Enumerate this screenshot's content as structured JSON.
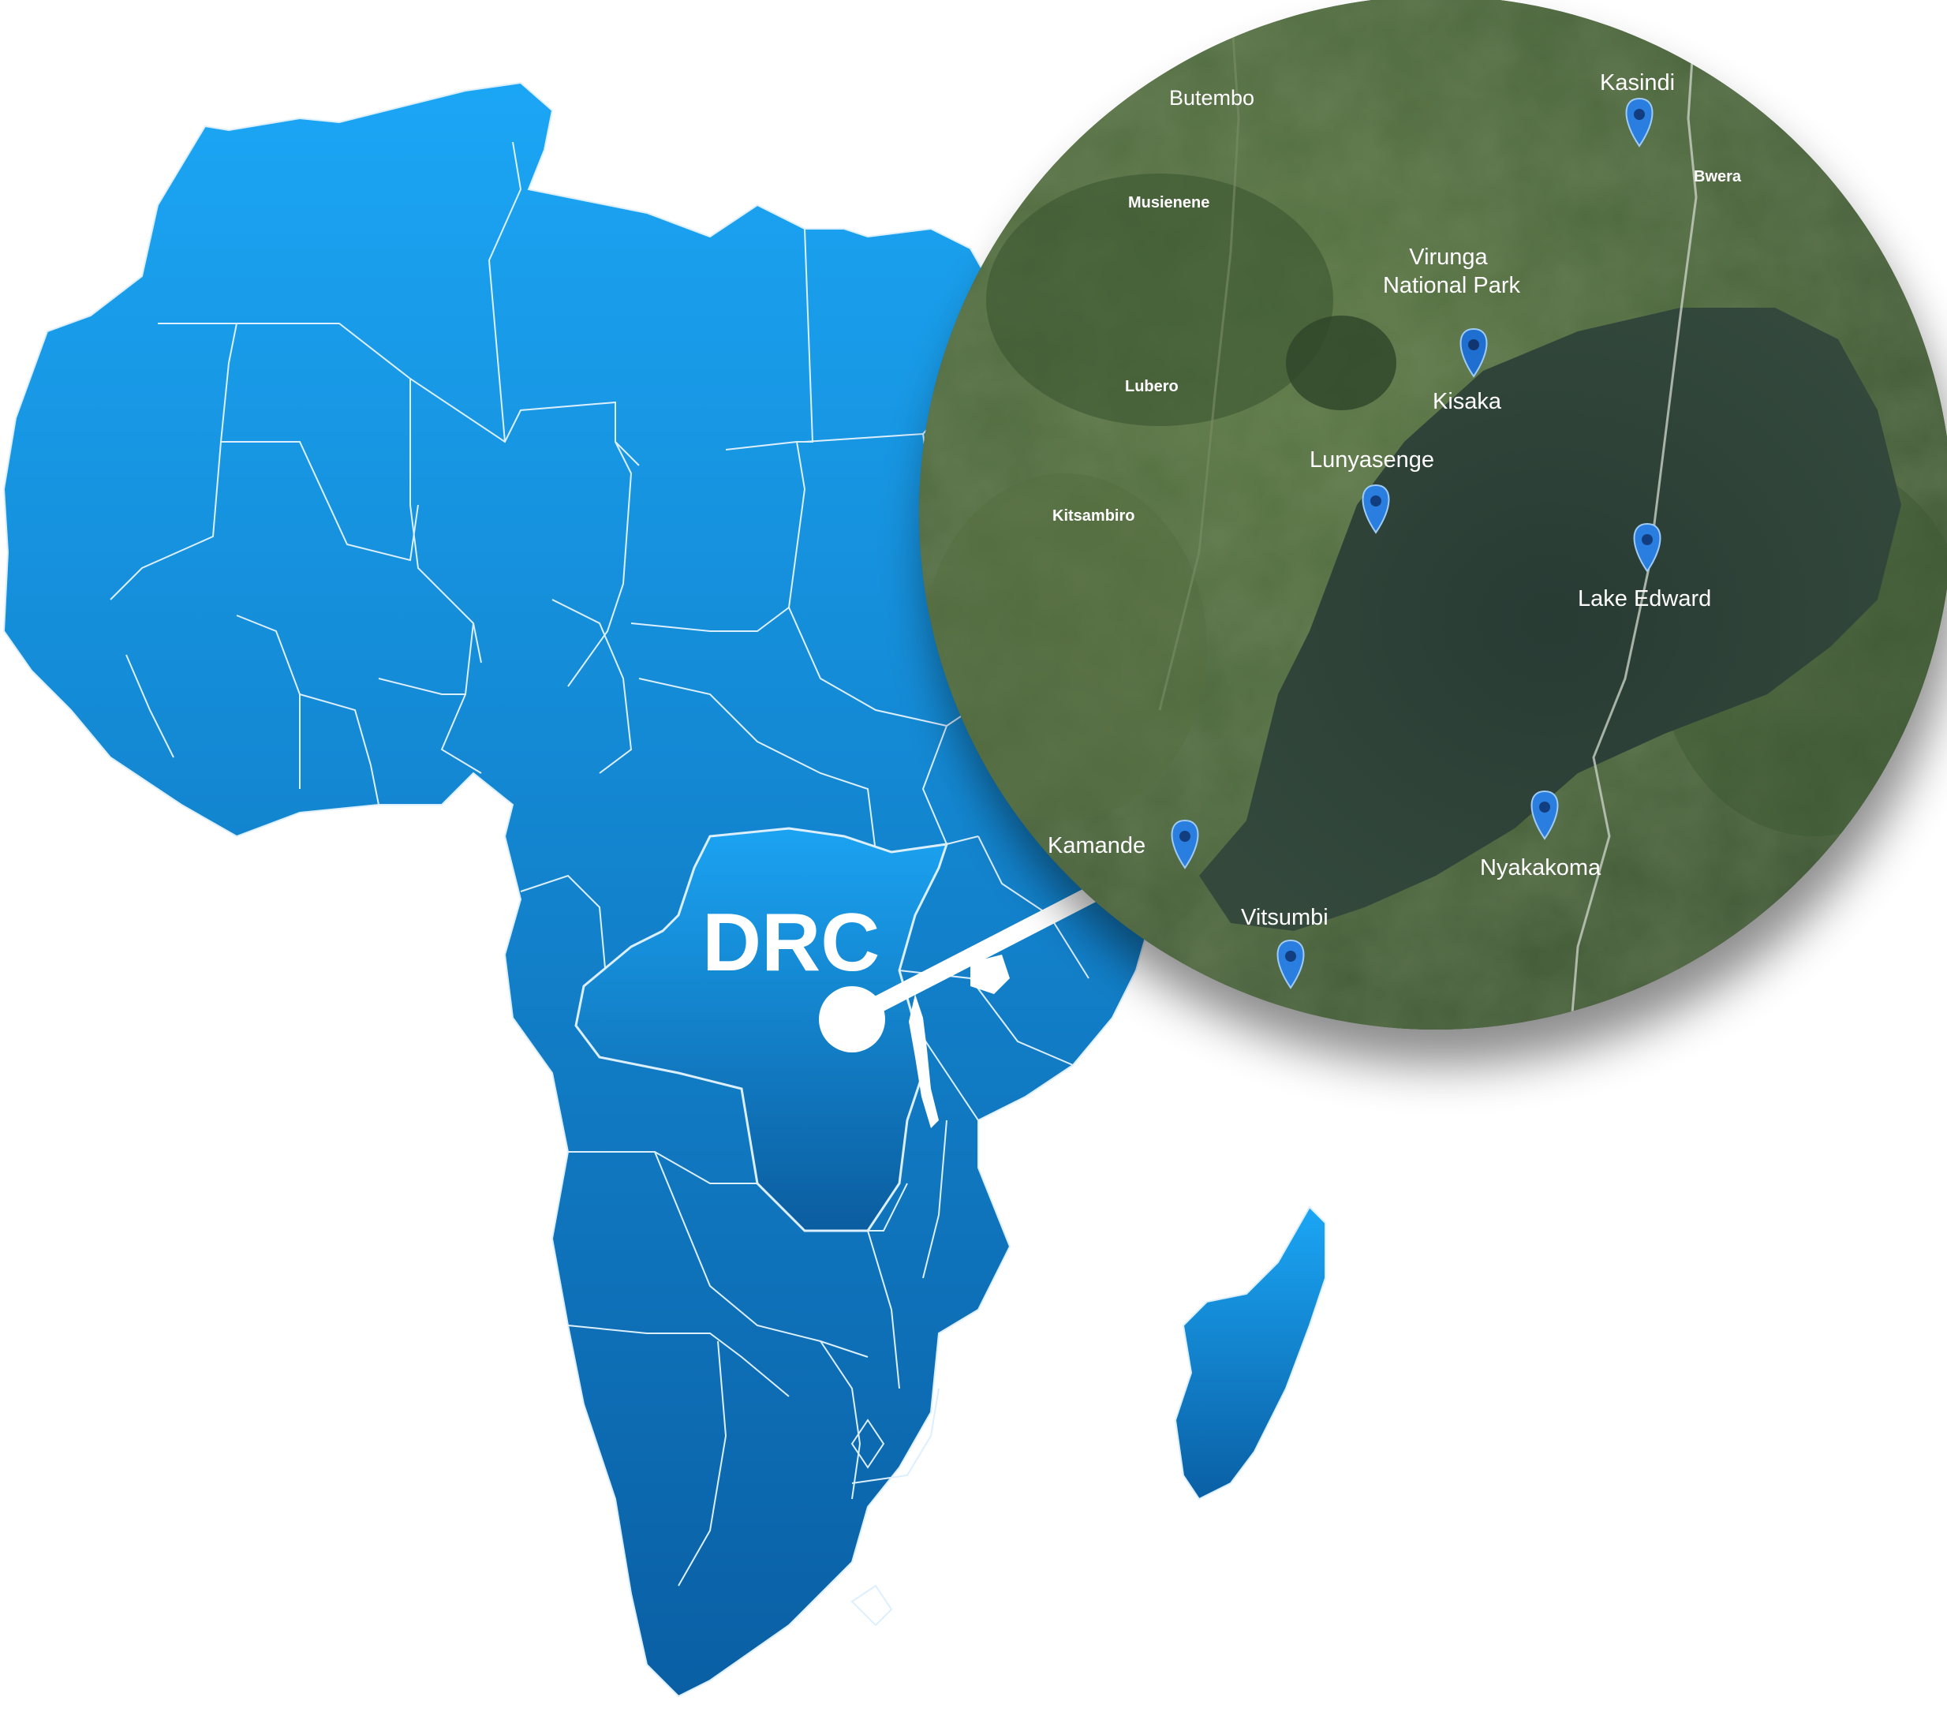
{
  "map": {
    "country_label": "DRC",
    "colors": {
      "continent_light": "#1aa3f2",
      "continent_dark": "#0a62a8",
      "border": "#dcefff",
      "callout": "#ffffff",
      "water": "#2f423a",
      "land": "#4f6a3c",
      "pin": "#2a7ee0"
    },
    "inset": {
      "places": [
        {
          "name": "Butembo",
          "type": "label",
          "size": "medium"
        },
        {
          "name": "Kasindi",
          "type": "pin",
          "size": "normal"
        },
        {
          "name": "Bwera",
          "type": "label",
          "size": "small"
        },
        {
          "name": "Musienene",
          "type": "label",
          "size": "small"
        },
        {
          "name": "Virunga\nNational Park",
          "type": "label",
          "size": "normal"
        },
        {
          "name": "Kisaka",
          "type": "pin",
          "size": "normal"
        },
        {
          "name": "Lubero",
          "type": "label",
          "size": "small"
        },
        {
          "name": "Lunyasenge",
          "type": "pin",
          "size": "normal"
        },
        {
          "name": "Kitsambiro",
          "type": "label",
          "size": "small"
        },
        {
          "name": "Lake Edward",
          "type": "pin",
          "size": "normal"
        },
        {
          "name": "Kamande",
          "type": "pin",
          "size": "normal"
        },
        {
          "name": "Nyakakoma",
          "type": "pin",
          "size": "normal"
        },
        {
          "name": "Vitsumbi",
          "type": "pin",
          "size": "normal"
        }
      ]
    }
  }
}
